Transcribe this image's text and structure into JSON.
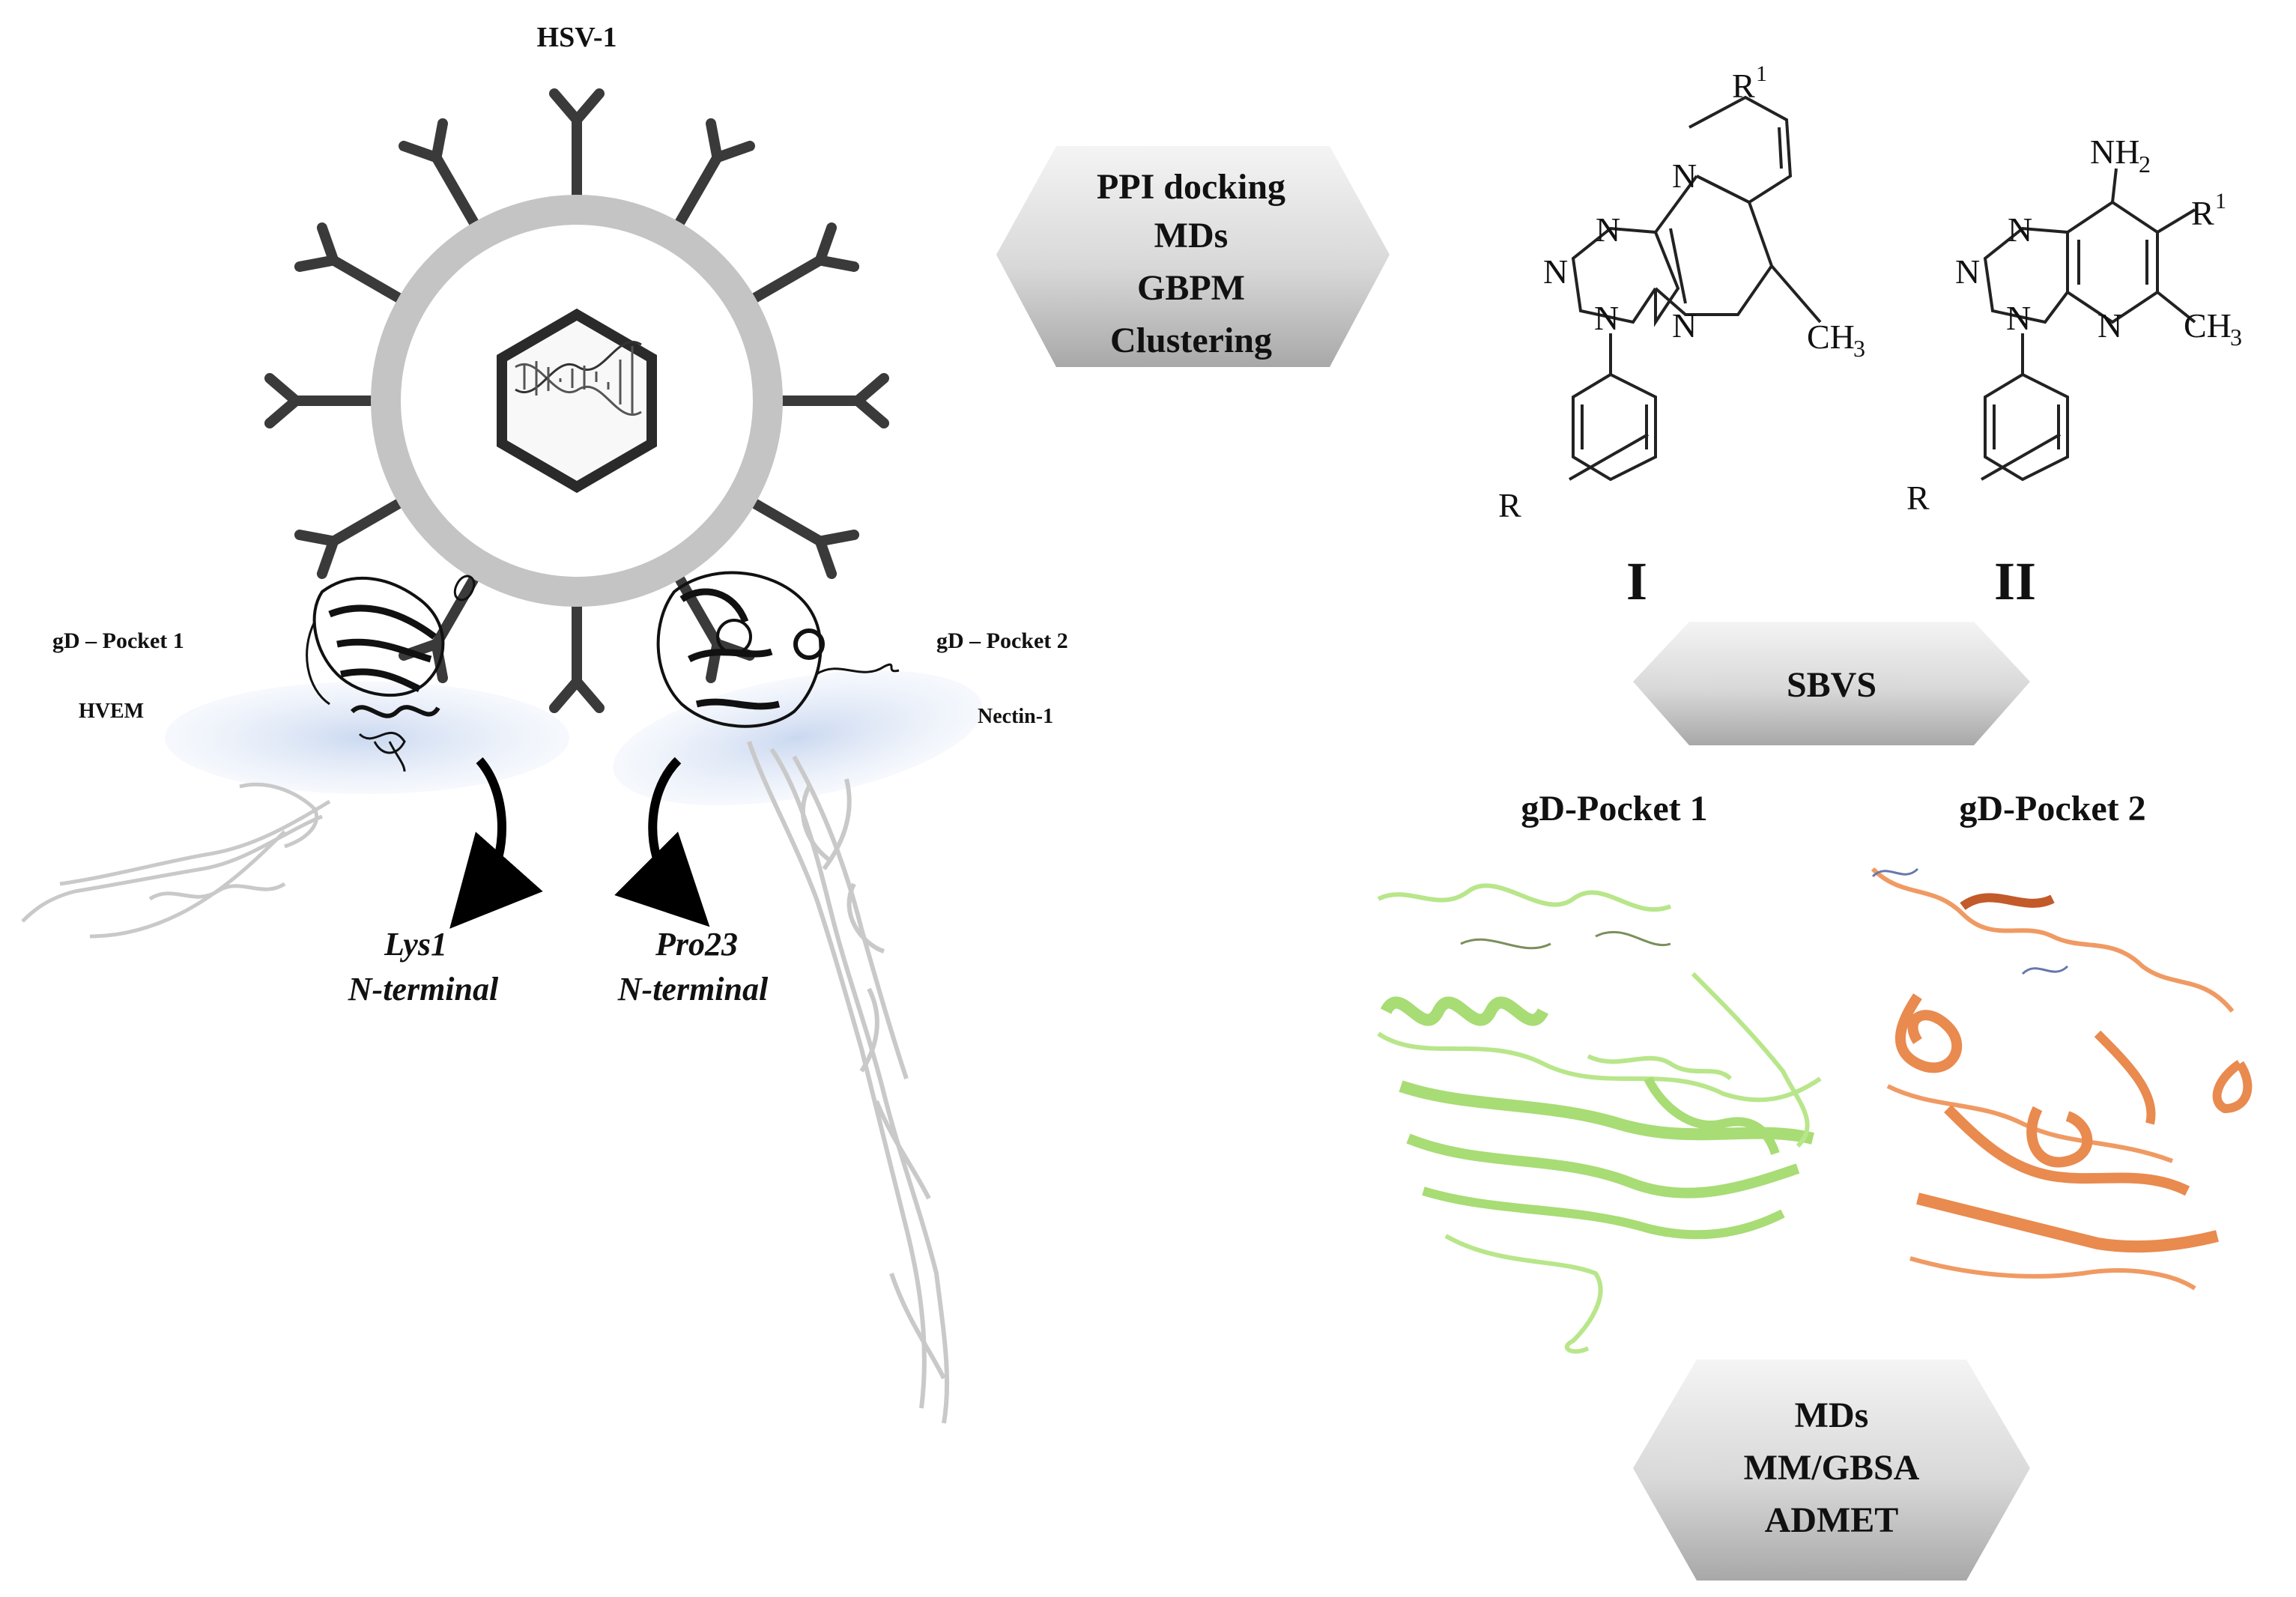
{
  "virus": {
    "title": "HSV-1"
  },
  "pocket_left": {
    "title": "gD – Pocket 1",
    "receptor": "HVEM",
    "residue": "Lys1",
    "terminal": "N-terminal"
  },
  "pocket_right": {
    "title": "gD – Pocket 2",
    "receptor": "Nectin-1",
    "residue": "Pro23",
    "terminal": "N-terminal"
  },
  "step1": {
    "lines": [
      "PPI docking",
      "MDs",
      "GBPM",
      "Clustering"
    ]
  },
  "step2": {
    "lines": [
      "SBVS"
    ]
  },
  "step3": {
    "lines": [
      "MDs",
      "MM/GBSA",
      "ADMET"
    ]
  },
  "scaffold_I": {
    "label": "I",
    "atoms": {
      "n1": "N",
      "n2": "N",
      "n3": "N",
      "npy": "N",
      "npy2": "N",
      "r1": "R",
      "r1sup": "1",
      "ch3": "CH",
      "ch3sub": "3",
      "r": "R"
    }
  },
  "scaffold_II": {
    "label": "II",
    "atoms": {
      "n1": "N",
      "n2": "N",
      "n3": "N",
      "npy": "N",
      "nh2": "NH",
      "nh2sub": "2",
      "r1": "R",
      "r1sup": "1",
      "ch3": "CH",
      "ch3sub": "3",
      "r": "R"
    }
  },
  "protein_left": {
    "title": "gD-Pocket 1",
    "color": "#b8e68a"
  },
  "protein_right": {
    "title": "gD-Pocket 2",
    "color": "#f09a63"
  },
  "colors": {
    "virus_ring": "#c4c4c4",
    "spikes": "#3a3a3a",
    "receptor_blob": "#d7e2f4"
  }
}
